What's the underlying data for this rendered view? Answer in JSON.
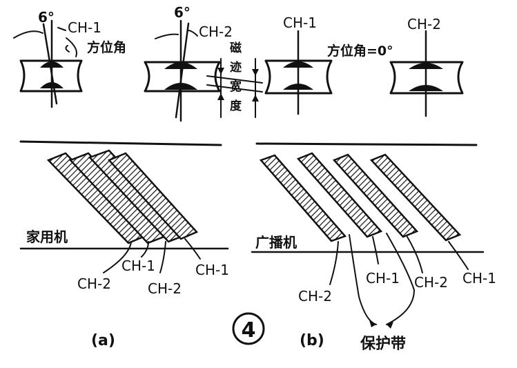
{
  "top": {
    "angle_6_a": "6°",
    "label_ch1_a": "CH-1",
    "azimuth_angle": "方位角",
    "angle_6_b": "6°",
    "label_ch2_b": "CH-2",
    "track_width_vertical": [
      "磁",
      "迹",
      "宽",
      "度"
    ],
    "label_ch1_c": "CH-1",
    "label_ch2_d": "CH-2",
    "azimuth_zero": "方位角=0°"
  },
  "bottom_a": {
    "machine_label": "家用机",
    "ch1_inner": "CH-1",
    "ch1_outer": "CH-1",
    "ch2_left": "CH-2",
    "ch2_right": "CH-2",
    "caption": "(a)"
  },
  "bottom_b": {
    "machine_label": "广播机",
    "ch2_label": "CH-2",
    "ch1_label": "CH-1",
    "ch2_mid": "CH-2",
    "ch1_right": "CH-1",
    "guard_band": "保护带",
    "caption": "(b)"
  },
  "figure_number": "4"
}
